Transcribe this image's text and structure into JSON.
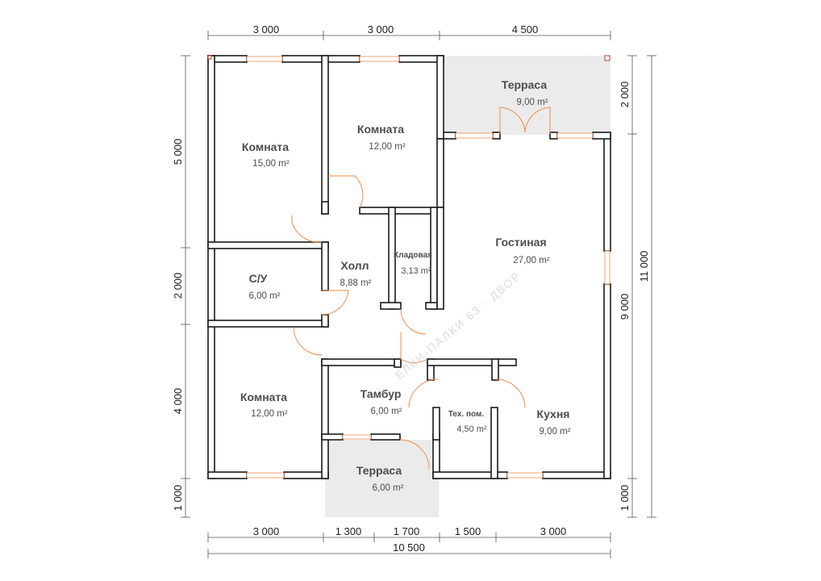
{
  "rooms": {
    "room_top_left": {
      "name": "Комната",
      "area": "15,00 m²"
    },
    "room_top_mid": {
      "name": "Комната",
      "area": "12,00 m²"
    },
    "terrace_top": {
      "name": "Терраса",
      "area": "9,00 m²"
    },
    "bathroom": {
      "name": "С/У",
      "area": "6,00 m²"
    },
    "hall": {
      "name": "Холл",
      "area": "8,88 m²"
    },
    "pantry": {
      "name": "Кладовая",
      "area": "3,13 m²"
    },
    "living": {
      "name": "Гостиная",
      "area": "27,00 m²"
    },
    "room_bottom_left": {
      "name": "Комната",
      "area": "12,00 m²"
    },
    "vestibule": {
      "name": "Тамбур",
      "area": "6,00 m²"
    },
    "tech": {
      "name": "Тех. пом.",
      "area": "4,50 m²"
    },
    "kitchen": {
      "name": "Кухня",
      "area": "9,00 m²"
    },
    "terrace_bottom": {
      "name": "Терраса",
      "area": "6,00 m²"
    }
  },
  "dimensions": {
    "top": [
      "3 000",
      "3 000",
      "4 500"
    ],
    "bottom": [
      "3 000",
      "1 300",
      "1 700",
      "1 500",
      "3 000"
    ],
    "bottom_total": "10 500",
    "left": [
      "5 000",
      "2 000",
      "4 000",
      "1 000"
    ],
    "right_inner": [
      "2 000",
      "9 000",
      "1 000"
    ],
    "right_total": "11 000"
  },
  "watermark": "ЕЛКИ-ПАЛКИ 63 · ДВОР"
}
